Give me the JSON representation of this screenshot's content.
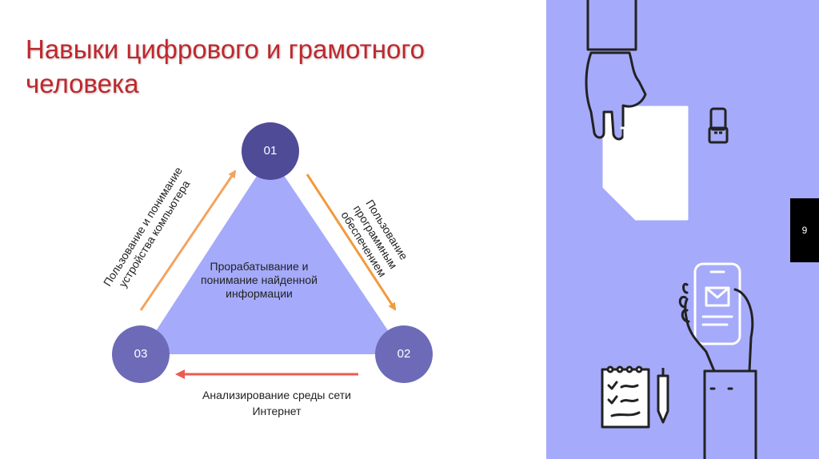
{
  "slide": {
    "title": "Навыки цифрового и грамотного человека",
    "page_number": "9"
  },
  "diagram": {
    "nodes": [
      {
        "id": "01",
        "label": "01"
      },
      {
        "id": "02",
        "label": "02"
      },
      {
        "id": "03",
        "label": "03"
      }
    ],
    "center_text": "Прорабатывание и понимание найденной информации",
    "edges": [
      {
        "from": "03",
        "to": "01",
        "label": "Пользование и понимание устройства компьютера"
      },
      {
        "from": "01",
        "to": "02",
        "label": "Пользование программным обеспечением"
      },
      {
        "from": "02",
        "to": "03",
        "label": "Анализирование среды сети Интернет"
      }
    ]
  },
  "colors": {
    "title": "#c0272d",
    "triangle": "#a5aafa",
    "node": "#6d6bb8",
    "node_top": "#4f4b96",
    "arrow_left": "#f4a35f",
    "arrow_right": "#f29a3c",
    "arrow_bottom": "#ee5a52",
    "panel": "#a5aafa"
  },
  "illustration": {
    "icons": [
      "hand-holding-report-icon",
      "usb-drive-icon",
      "hand-holding-phone-icon",
      "notepad-checklist-icon",
      "pen-icon"
    ]
  }
}
